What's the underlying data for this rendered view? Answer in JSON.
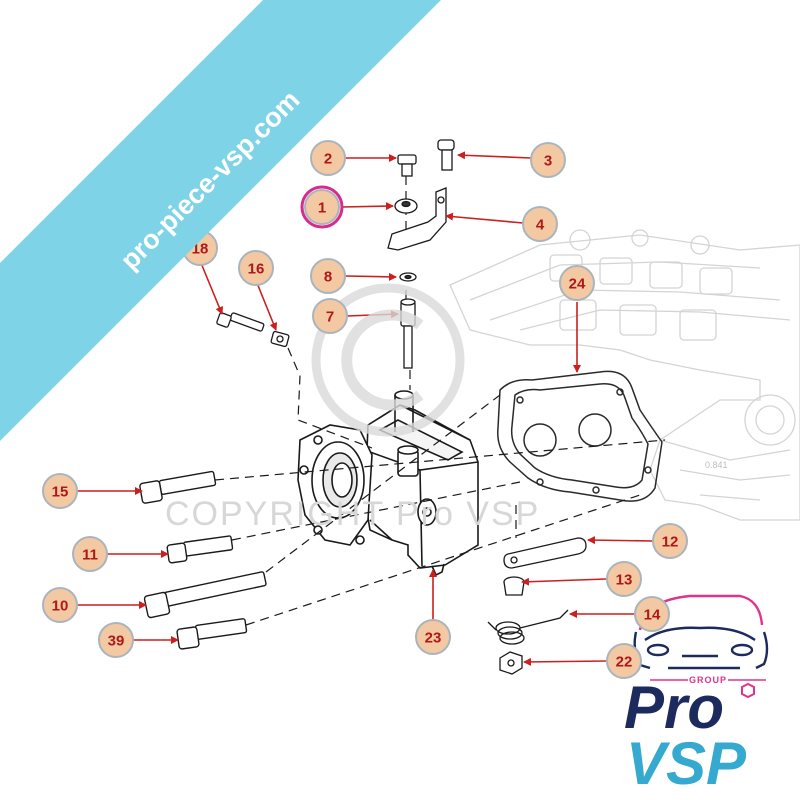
{
  "banner": {
    "text": "pro-piece-vsp.com",
    "color": "#7fd3e6"
  },
  "watermark": {
    "text": "COPYRIGHT Pro VSP"
  },
  "brand": {
    "group": "GROUP",
    "pro": "Pro",
    "vsp": "VSP",
    "colors": {
      "navy": "#1d2a5e",
      "cyan": "#35a9cf",
      "pink": "#e0338a"
    }
  },
  "callouts": [
    {
      "label": "1",
      "highlighted": true
    },
    {
      "label": "2"
    },
    {
      "label": "3"
    },
    {
      "label": "4"
    },
    {
      "label": "7"
    },
    {
      "label": "8"
    },
    {
      "label": "10"
    },
    {
      "label": "11"
    },
    {
      "label": "12"
    },
    {
      "label": "13"
    },
    {
      "label": "14"
    },
    {
      "label": "15"
    },
    {
      "label": "16"
    },
    {
      "label": "18"
    },
    {
      "label": "22"
    },
    {
      "label": "23"
    },
    {
      "label": "24"
    },
    {
      "label": "39"
    }
  ],
  "colors": {
    "callout_fill": "#f3c9a3",
    "callout_stroke": "#aab4bd",
    "callout_text": "#b01818",
    "highlight_ring": "#d42d8f",
    "arrow": "#cc1f1f",
    "line": "#1a1a1a"
  }
}
